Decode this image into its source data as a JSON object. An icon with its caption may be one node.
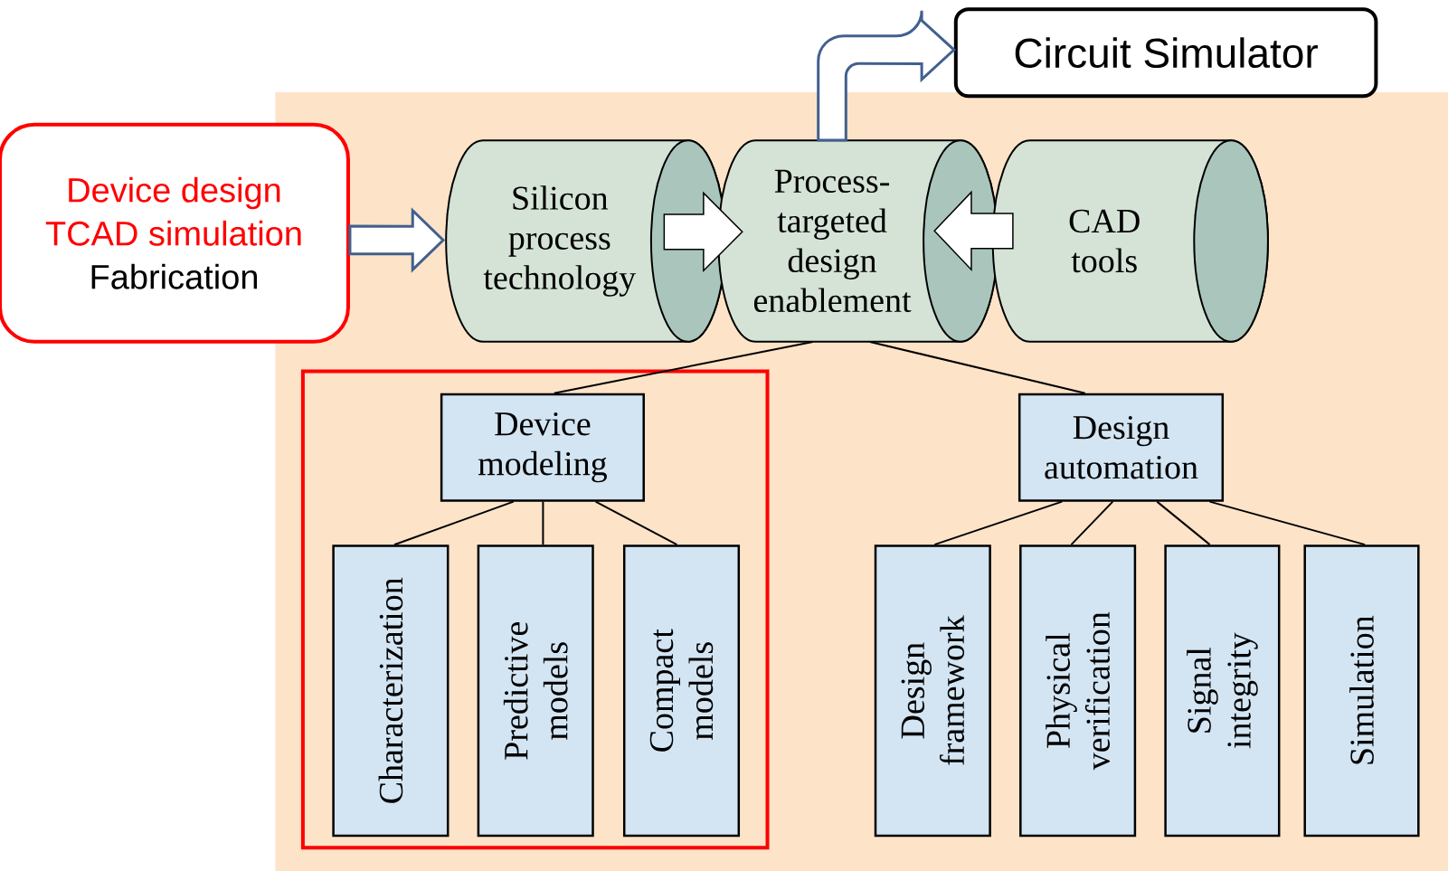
{
  "diagram": {
    "nodes": [
      {
        "text": [
          "Device design",
          "TCAD simulation",
          "Fabrication"
        ]
      },
      {
        "text": [
          "Circuit Simulator"
        ]
      },
      {
        "text": [
          "Silicon process technology"
        ]
      },
      {
        "text": [
          "Process-targeted design enablement"
        ]
      },
      {
        "text": [
          "CAD tools"
        ]
      },
      {
        "text": [],
        "shape": "box"
      },
      {
        "text": [
          "Device modeling"
        ],
        "in": 5
      },
      {
        "text": [
          "Characterization"
        ],
        "in": 5
      },
      {
        "text": [
          "Predictive models"
        ],
        "in": 5
      },
      {
        "text": [
          "Compact models"
        ],
        "in": 5
      },
      {
        "text": [
          "Design automation"
        ]
      },
      {
        "text": [
          "Design framework"
        ]
      },
      {
        "text": [
          "Physical verification"
        ]
      },
      {
        "text": [
          "Signal integrity"
        ]
      },
      {
        "text": [
          "Simulation"
        ]
      }
    ],
    "edges": [
      {
        "from": 0,
        "to": 2,
        "arrow": "to"
      },
      {
        "from": 2,
        "to": 3,
        "arrow": "to"
      },
      {
        "from": 4,
        "to": 3,
        "arrow": "to"
      },
      {
        "from": 3,
        "to": 1,
        "arrow": "to"
      },
      {
        "from": 3,
        "to": 6,
        "arrow": "none"
      },
      {
        "from": 3,
        "to": 10,
        "arrow": "none"
      },
      {
        "from": 6,
        "to": 7,
        "arrow": "none"
      },
      {
        "from": 6,
        "to": 8,
        "arrow": "none"
      },
      {
        "from": 6,
        "to": 9,
        "arrow": "none"
      },
      {
        "from": 10,
        "to": 11,
        "arrow": "none"
      },
      {
        "from": 10,
        "to": 12,
        "arrow": "none"
      },
      {
        "from": 10,
        "to": 13,
        "arrow": "none"
      },
      {
        "from": 10,
        "to": 14,
        "arrow": "none"
      }
    ]
  }
}
